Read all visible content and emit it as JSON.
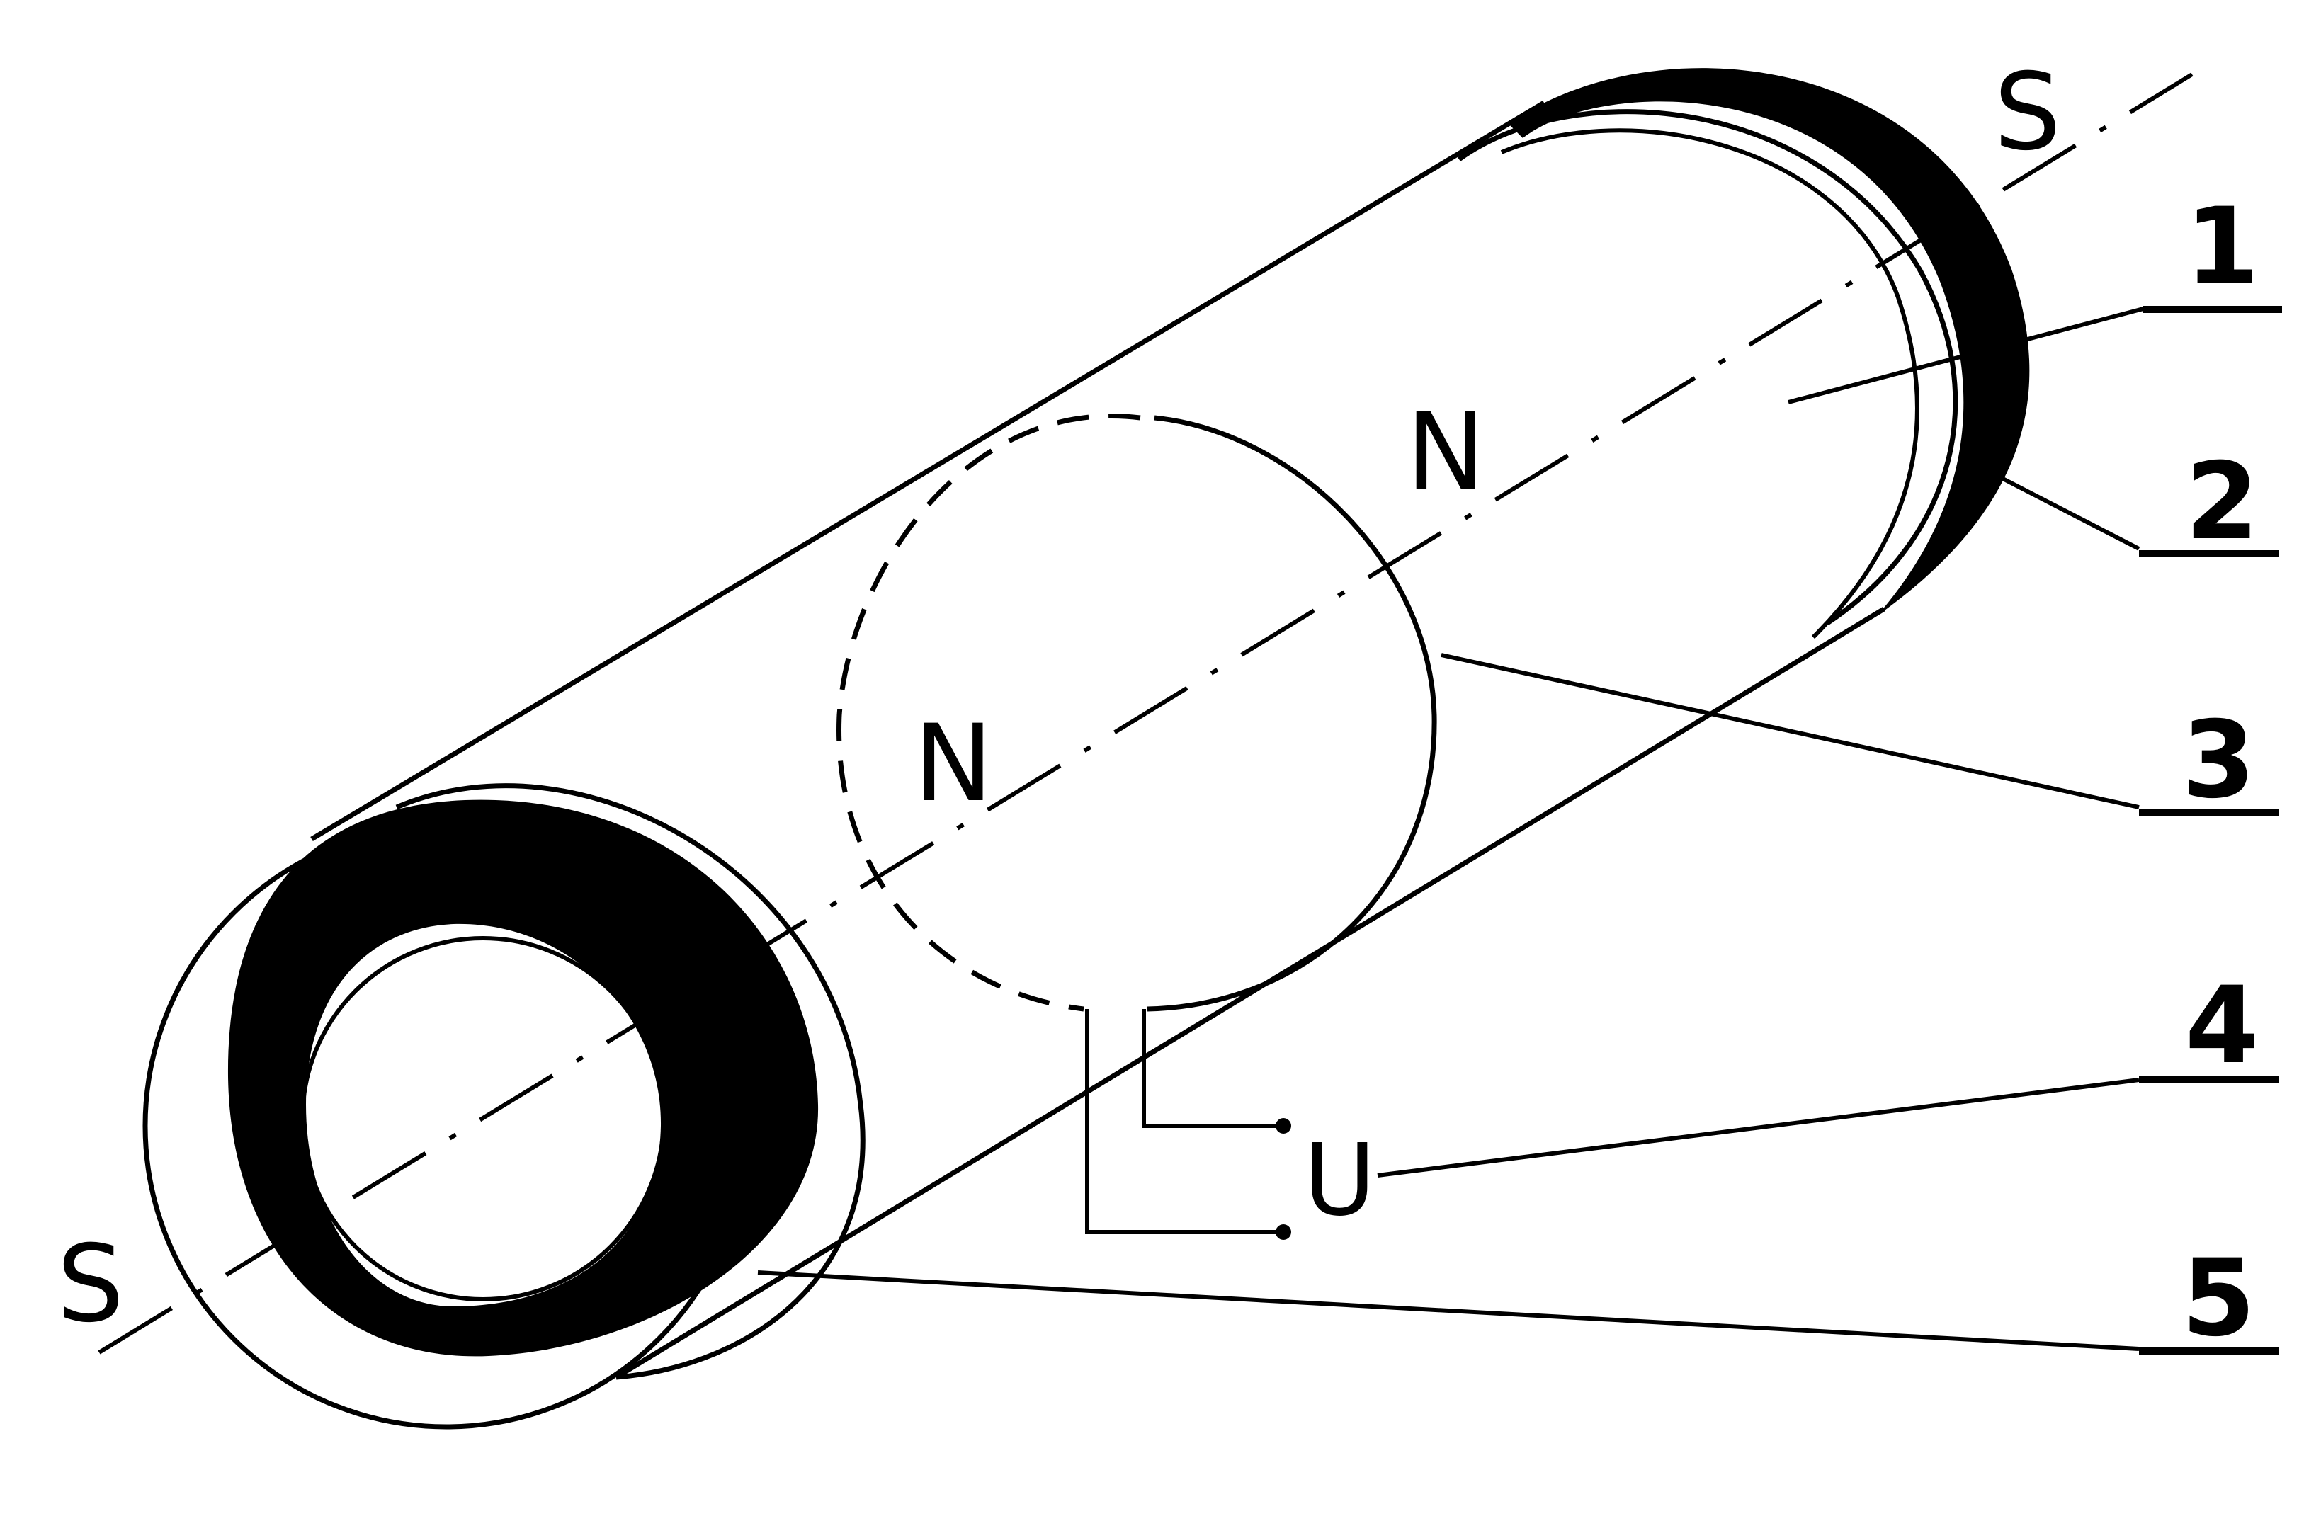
{
  "diagram": {
    "axis_labels": {
      "left": "S",
      "right": "S"
    },
    "pole_labels": {
      "upper": "N",
      "lower": "N"
    },
    "terminal_label": "U",
    "part_numbers": [
      "1",
      "2",
      "3",
      "4",
      "5"
    ]
  },
  "colors": {
    "line": "#000000",
    "fill": "#000000",
    "background": "#ffffff"
  }
}
